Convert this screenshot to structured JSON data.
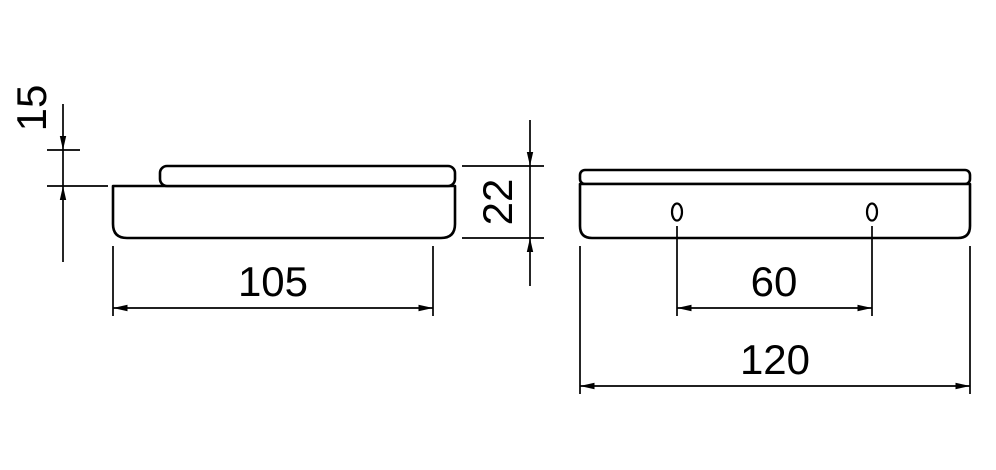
{
  "drawing": {
    "type": "technical-dimension-drawing",
    "colors": {
      "line": "#000000",
      "background": "#ffffff"
    },
    "views": {
      "side_view": {
        "name": "side view (left)",
        "features": [
          "shelf-plate",
          "body",
          "wall-bracket-step"
        ]
      },
      "front_view": {
        "name": "front view (right)",
        "features": [
          "shelf-edge",
          "body",
          "two-mounting-slots"
        ]
      }
    },
    "dimensions": {
      "bracket_height": "15",
      "overall_height": "22",
      "depth": "105",
      "hole_spacing": "60",
      "overall_width": "120"
    }
  }
}
